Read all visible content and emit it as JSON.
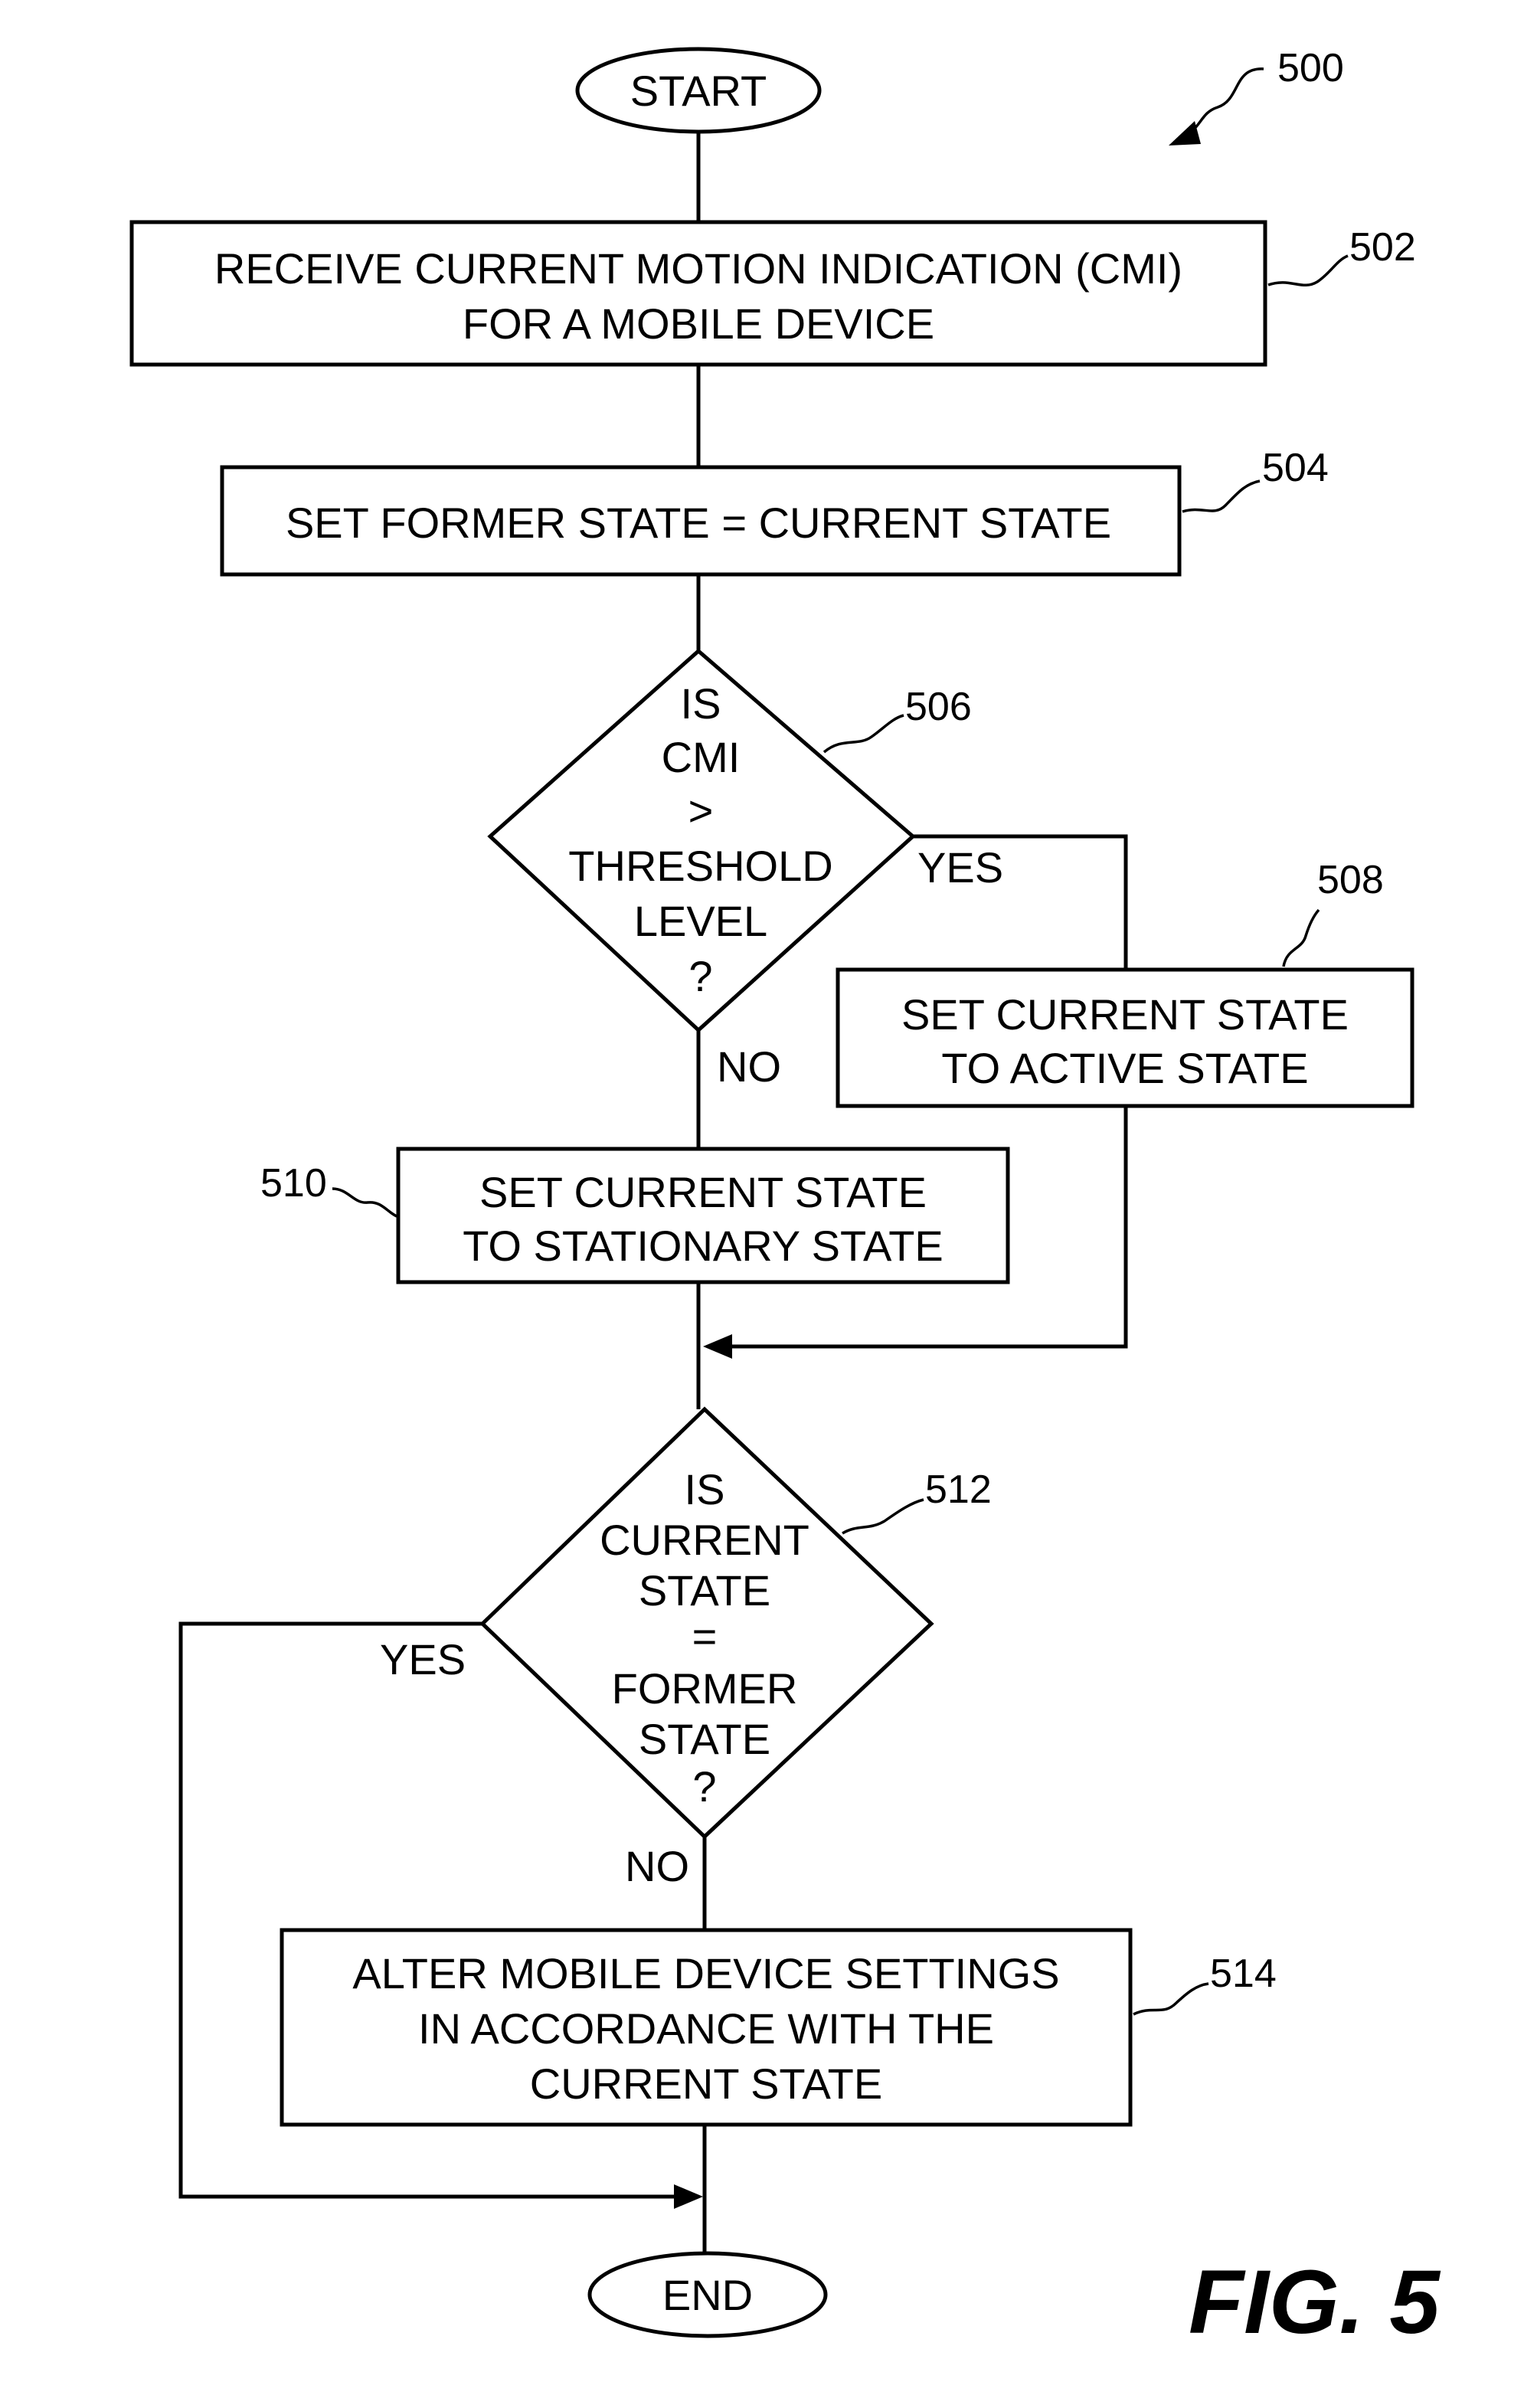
{
  "figure": {
    "ref": "500",
    "label": "FIG. 5"
  },
  "nodes": {
    "start": {
      "text": "START"
    },
    "s502": {
      "ref": "502",
      "lines": [
        "RECEIVE CURRENT MOTION INDICATION (CMI)",
        "FOR A MOBILE DEVICE"
      ]
    },
    "s504": {
      "ref": "504",
      "lines": [
        "SET FORMER STATE = CURRENT STATE"
      ]
    },
    "d506": {
      "ref": "506",
      "lines": [
        "IS",
        "CMI",
        ">",
        "THRESHOLD",
        "LEVEL",
        "?"
      ]
    },
    "s508": {
      "ref": "508",
      "lines": [
        "SET CURRENT STATE",
        "TO ACTIVE STATE"
      ]
    },
    "s510": {
      "ref": "510",
      "lines": [
        "SET CURRENT STATE",
        "TO STATIONARY STATE"
      ]
    },
    "d512": {
      "ref": "512",
      "lines": [
        "IS",
        "CURRENT",
        "STATE",
        "=",
        "FORMER",
        "STATE",
        "?"
      ]
    },
    "s514": {
      "ref": "514",
      "lines": [
        "ALTER MOBILE DEVICE SETTINGS",
        "IN ACCORDANCE WITH THE",
        "CURRENT STATE"
      ]
    },
    "end": {
      "text": "END"
    }
  },
  "edge_labels": {
    "d506_yes": "YES",
    "d506_no": "NO",
    "d512_yes": "YES",
    "d512_no": "NO"
  }
}
